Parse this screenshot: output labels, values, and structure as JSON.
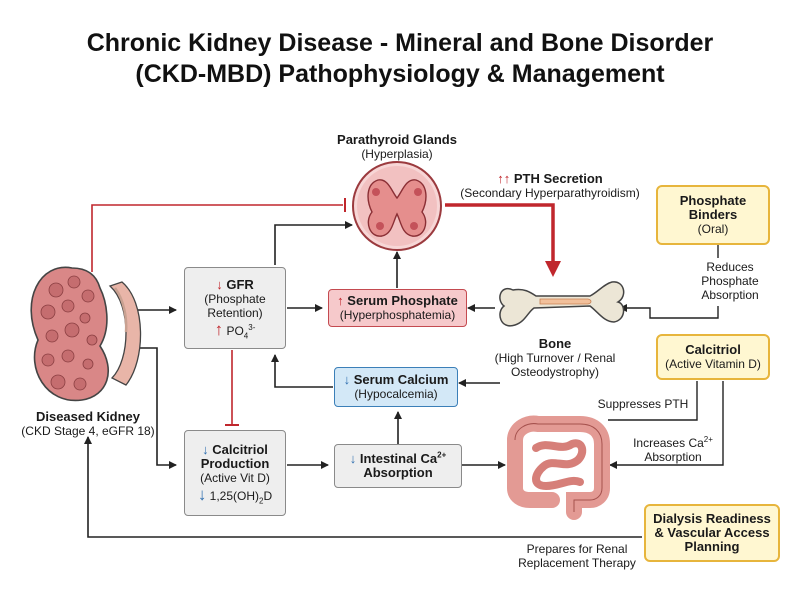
{
  "title": {
    "line1": "Chronic Kidney Disease - Mineral and Bone Disorder",
    "line2": "(CKD-MBD) Pathophysiology & Management"
  },
  "nodes": {
    "parathyroid": {
      "title": "Parathyroid Glands",
      "subtitle": "(Hyperplasia)"
    },
    "pth": {
      "arrow": "↑↑",
      "title": "PTH Secretion",
      "subtitle": "(Secondary Hyperparathyroidism)"
    },
    "kidney": {
      "title": "Diseased Kidney",
      "subtitle": "(CKD Stage 4, eGFR 18)"
    },
    "gfr": {
      "arrow": "↓",
      "title": "GFR",
      "line2": "(Phosphate",
      "line3": "Retention)",
      "marker_arrow": "↑",
      "marker": "PO",
      "marker_sub": "4",
      "marker_sup": "3-"
    },
    "serum_phosphate": {
      "arrow": "↑",
      "title": "Serum Phosphate",
      "subtitle": "(Hyperphosphatemia)"
    },
    "serum_calcium": {
      "arrow": "↓",
      "title": "Serum Calcium",
      "subtitle": "(Hypocalcemia)"
    },
    "calcitriol_production": {
      "arrow": "↓",
      "title1": "Calcitriol",
      "title2": "Production",
      "subtitle": "(Active Vit D)",
      "marker_arrow": "↓",
      "marker": "1,25(OH)",
      "marker_sub": "2",
      "marker_tail": "D"
    },
    "intestinal": {
      "arrow": "↓",
      "title1": "Intestinal Ca",
      "title_sup": "2+",
      "title2": "Absorption"
    },
    "bone": {
      "title": "Bone",
      "line2": "(High Turnover / Renal",
      "line3": "Osteodystrophy)"
    }
  },
  "management": {
    "binders": {
      "title1": "Phosphate",
      "title2": "Binders",
      "subtitle": "(Oral)",
      "effect1": "Reduces",
      "effect2": "Phosphate",
      "effect3": "Absorption"
    },
    "calcitriol": {
      "title": "Calcitriol",
      "subtitle": "(Active Vitamin D)",
      "effect_a": "Suppresses PTH",
      "effect_b1": "Increases Ca",
      "effect_b_sup": "2+",
      "effect_b2": "Absorption"
    },
    "dialysis": {
      "title1": "Dialysis Readiness",
      "title2": "& Vascular Access",
      "title3": "Planning",
      "effect1": "Prepares for Renal",
      "effect2": "Replacement Therapy"
    }
  },
  "colors": {
    "red_accent": "#c0272d",
    "blue_accent": "#2f6fb0",
    "gold_border": "#e7b53c",
    "arrow": "#222222",
    "inhibit_red": "#c0272d"
  },
  "icons": [
    "kidney-icon",
    "parathyroid-icon",
    "bone-icon",
    "intestine-icon"
  ]
}
